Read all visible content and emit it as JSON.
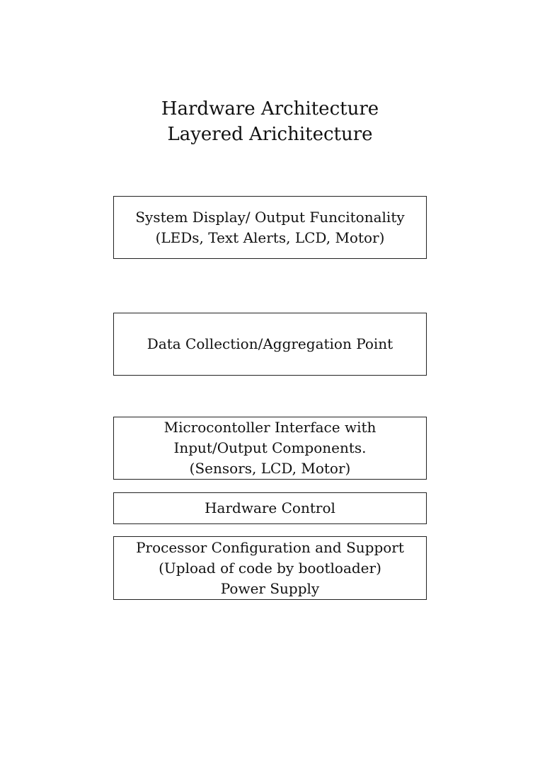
{
  "title": {
    "line1": "Hardware Architecture",
    "line2": "Layered Arichitecture"
  },
  "layers": [
    {
      "lines": [
        "System Display/ Output Funcitonality",
        "(LEDs, Text Alerts, LCD, Motor)"
      ]
    },
    {
      "lines": [
        "Data Collection/Aggregation Point"
      ]
    },
    {
      "lines": [
        "Microcontoller Interface with",
        "Input/Output Components.",
        "(Sensors, LCD, Motor)"
      ]
    },
    {
      "lines": [
        "Hardware Control"
      ]
    },
    {
      "lines": [
        "Processor Configuration and Support",
        "(Upload of code by bootloader)",
        "Power Supply"
      ]
    }
  ]
}
